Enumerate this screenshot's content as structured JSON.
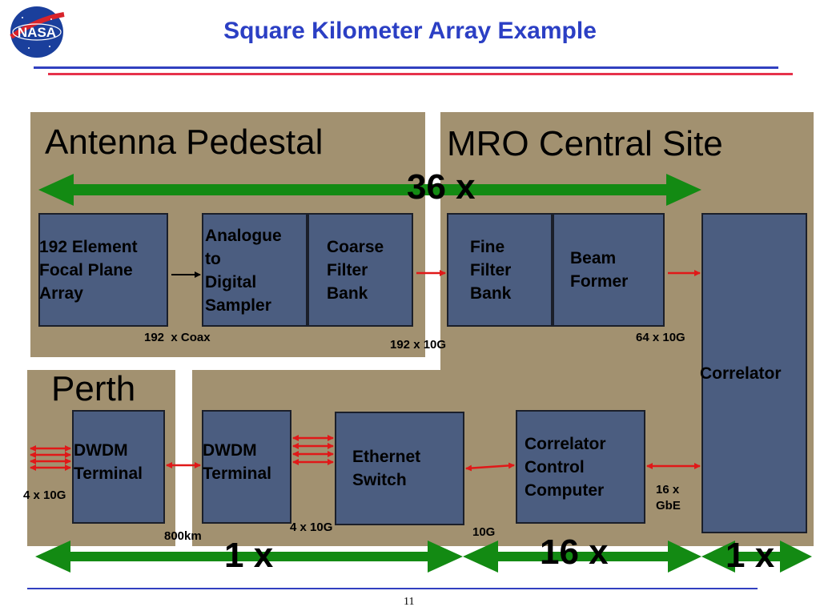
{
  "slide": {
    "title": "Square Kilometer Array Example",
    "page_number": "11",
    "logo_text": "NASA"
  },
  "regions": {
    "antenna_pedestal": "Antenna Pedestal",
    "mro_central_site": "MRO Central Site",
    "perth": "Perth"
  },
  "blocks": {
    "focal_plane_array": "192 Element\nFocal Plane\nArray",
    "adc_sampler": "Analogue\nto\nDigital\nSampler",
    "coarse_filter_bank": "Coarse\nFilter\nBank",
    "fine_filter_bank": "Fine\nFilter\nBank",
    "beam_former": "Beam\nFormer",
    "correlator": "Correlator",
    "dwdm_terminal_perth": "DWDM\nTerminal",
    "dwdm_terminal_site": "DWDM\nTerminal",
    "ethernet_switch": "Ethernet\nSwitch",
    "correlator_control_computer": "Correlator\nControl\nComputer"
  },
  "links": {
    "coax": "192  x Coax",
    "ten_g_192": "192 x 10G",
    "ten_g_64": "64 x 10G",
    "perth_4x10g": "4 x 10G",
    "distance": "800km",
    "switch_4x10g": "4 x 10G",
    "ten_g": "10G",
    "gbe_16": "16 x\nGbE"
  },
  "multipliers": {
    "antenna_count": "36 x",
    "perth_count": "1 x",
    "computer_count": "16 x",
    "correlator_count": "1 x"
  },
  "colors": {
    "title": "#2b3fc4",
    "panel": "#a29170",
    "block": "#4b5d80",
    "green_arrow": "#138a13",
    "red_arrow": "#e01818"
  }
}
